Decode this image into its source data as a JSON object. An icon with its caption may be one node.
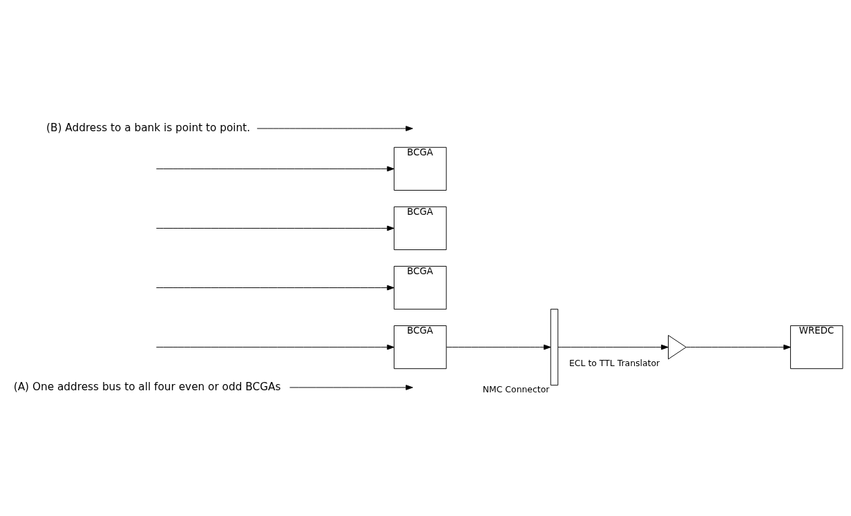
{
  "diagram": {
    "nodes": [
      {
        "text": [
          "(A) One address bus to all four even or odd BCGAs"
        ]
      },
      {
        "text": [
          "BCGA"
        ]
      },
      {
        "text": [
          "BCGA"
        ]
      },
      {
        "text": [
          "BCGA"
        ]
      },
      {
        "text": [
          "BCGA"
        ]
      },
      {
        "text": [
          "NMC Connector"
        ]
      },
      {
        "text": [
          "ECL to TTL Translator"
        ]
      },
      {
        "text": [
          "WREDC"
        ]
      },
      {
        "text": [
          "(B) Address to a bank is point to point."
        ]
      }
    ],
    "edges": [
      {
        "from": null,
        "to": 1,
        "arrow": "to"
      },
      {
        "from": null,
        "to": 2,
        "arrow": "to"
      },
      {
        "from": null,
        "to": 3,
        "arrow": "to"
      },
      {
        "from": null,
        "to": 4,
        "arrow": "to"
      },
      {
        "from": 0,
        "to": null,
        "arrow": "to"
      },
      {
        "from": 1,
        "to": 5,
        "arrow": "to"
      },
      {
        "from": 5,
        "to": 6,
        "arrow": "to"
      },
      {
        "from": 6,
        "to": 7,
        "arrow": "to"
      },
      {
        "from": 8,
        "to": null,
        "arrow": "to"
      }
    ]
  }
}
